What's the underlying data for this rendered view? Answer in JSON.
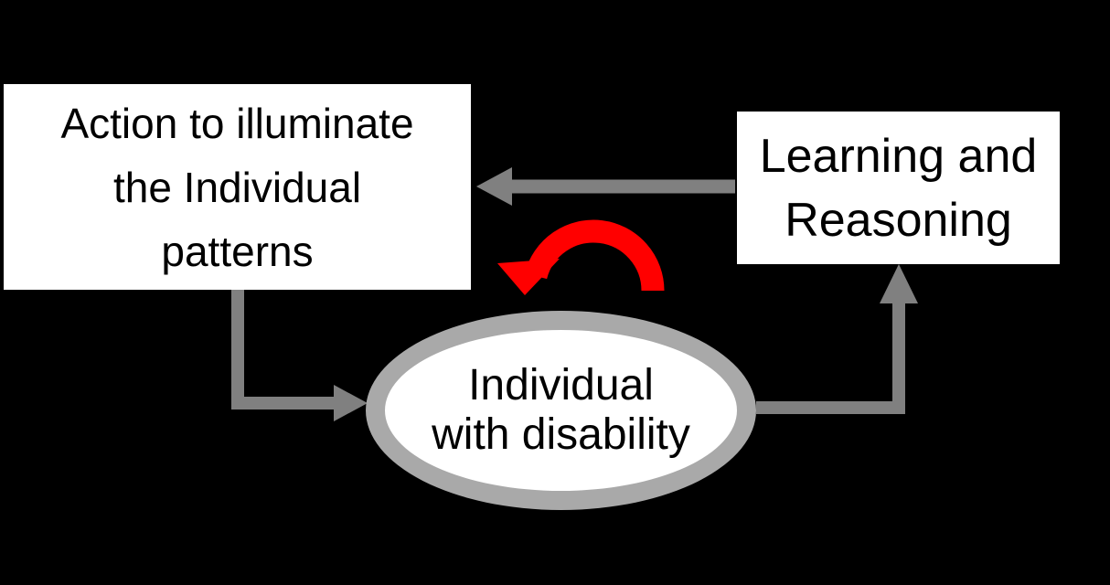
{
  "diagram": {
    "nodes": {
      "action": {
        "shape": "rectangle",
        "lines": [
          "Action to illuminate",
          "the Individual",
          "patterns"
        ]
      },
      "learning": {
        "shape": "rectangle",
        "lines": [
          "Learning and",
          "Reasoning"
        ]
      },
      "individual": {
        "shape": "ellipse",
        "lines": [
          "Individual",
          "with disability"
        ]
      }
    },
    "edges": [
      {
        "from": "learning",
        "to": "action",
        "style": "straight-arrow",
        "color_key": "arrow"
      },
      {
        "from": "action",
        "to": "individual",
        "style": "elbow-arrow",
        "color_key": "arrow"
      },
      {
        "from": "individual",
        "to": "learning",
        "style": "elbow-arrow",
        "color_key": "arrow"
      },
      {
        "from": "individual",
        "to": "individual",
        "style": "curved-loop-arrow",
        "direction": "counterclockwise",
        "color_key": "red"
      }
    ],
    "colors": {
      "bg": "#000000",
      "box": "#FFFFFF",
      "text": "#000000",
      "arrow": "#808080",
      "ring": "#A9A9A9",
      "red": "#FF0000"
    }
  }
}
